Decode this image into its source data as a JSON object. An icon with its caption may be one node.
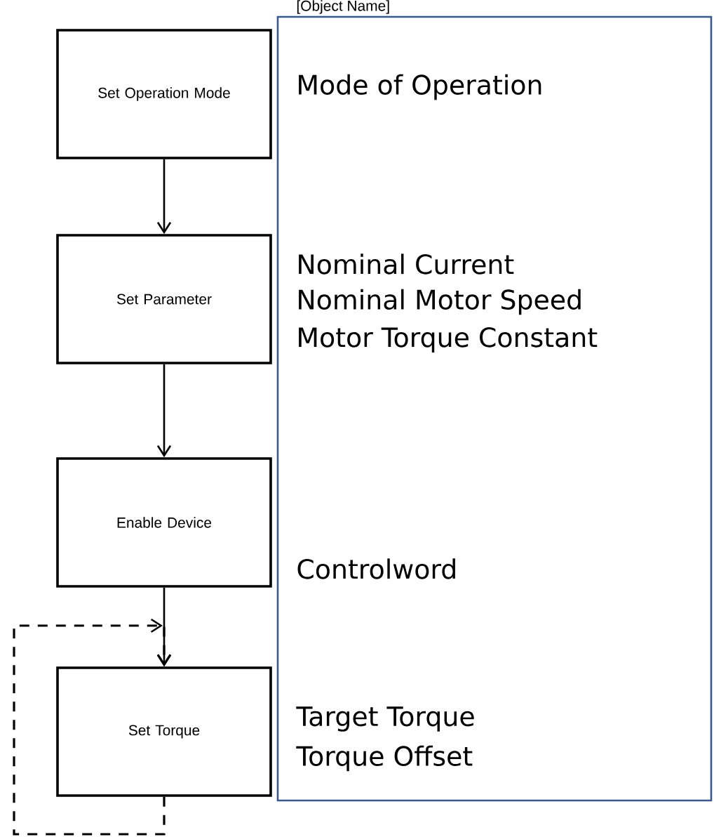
{
  "diagram": {
    "nodes": [
      {
        "text": [
          "Set Operation Mode"
        ]
      },
      {
        "text": [
          "Set Parameter"
        ]
      },
      {
        "text": [
          "Enable Device"
        ]
      },
      {
        "text": [
          "Set Torque"
        ]
      },
      {
        "text": [
          "[Object Name]",
          "Mode of Operation",
          "Nominal Current",
          "Nominal Motor Speed",
          "Motor Torque Constant",
          "Controlword",
          "Target Torque",
          "Torque Offset"
        ]
      }
    ],
    "edges": [
      {
        "from": 0,
        "to": 1,
        "arrow": "to"
      },
      {
        "from": 1,
        "to": 2,
        "arrow": "to"
      },
      {
        "from": 2,
        "to": 3,
        "arrow": "to"
      },
      {
        "from": 3,
        "to": 3,
        "arrow": "to",
        "style": "dashed"
      }
    ]
  }
}
